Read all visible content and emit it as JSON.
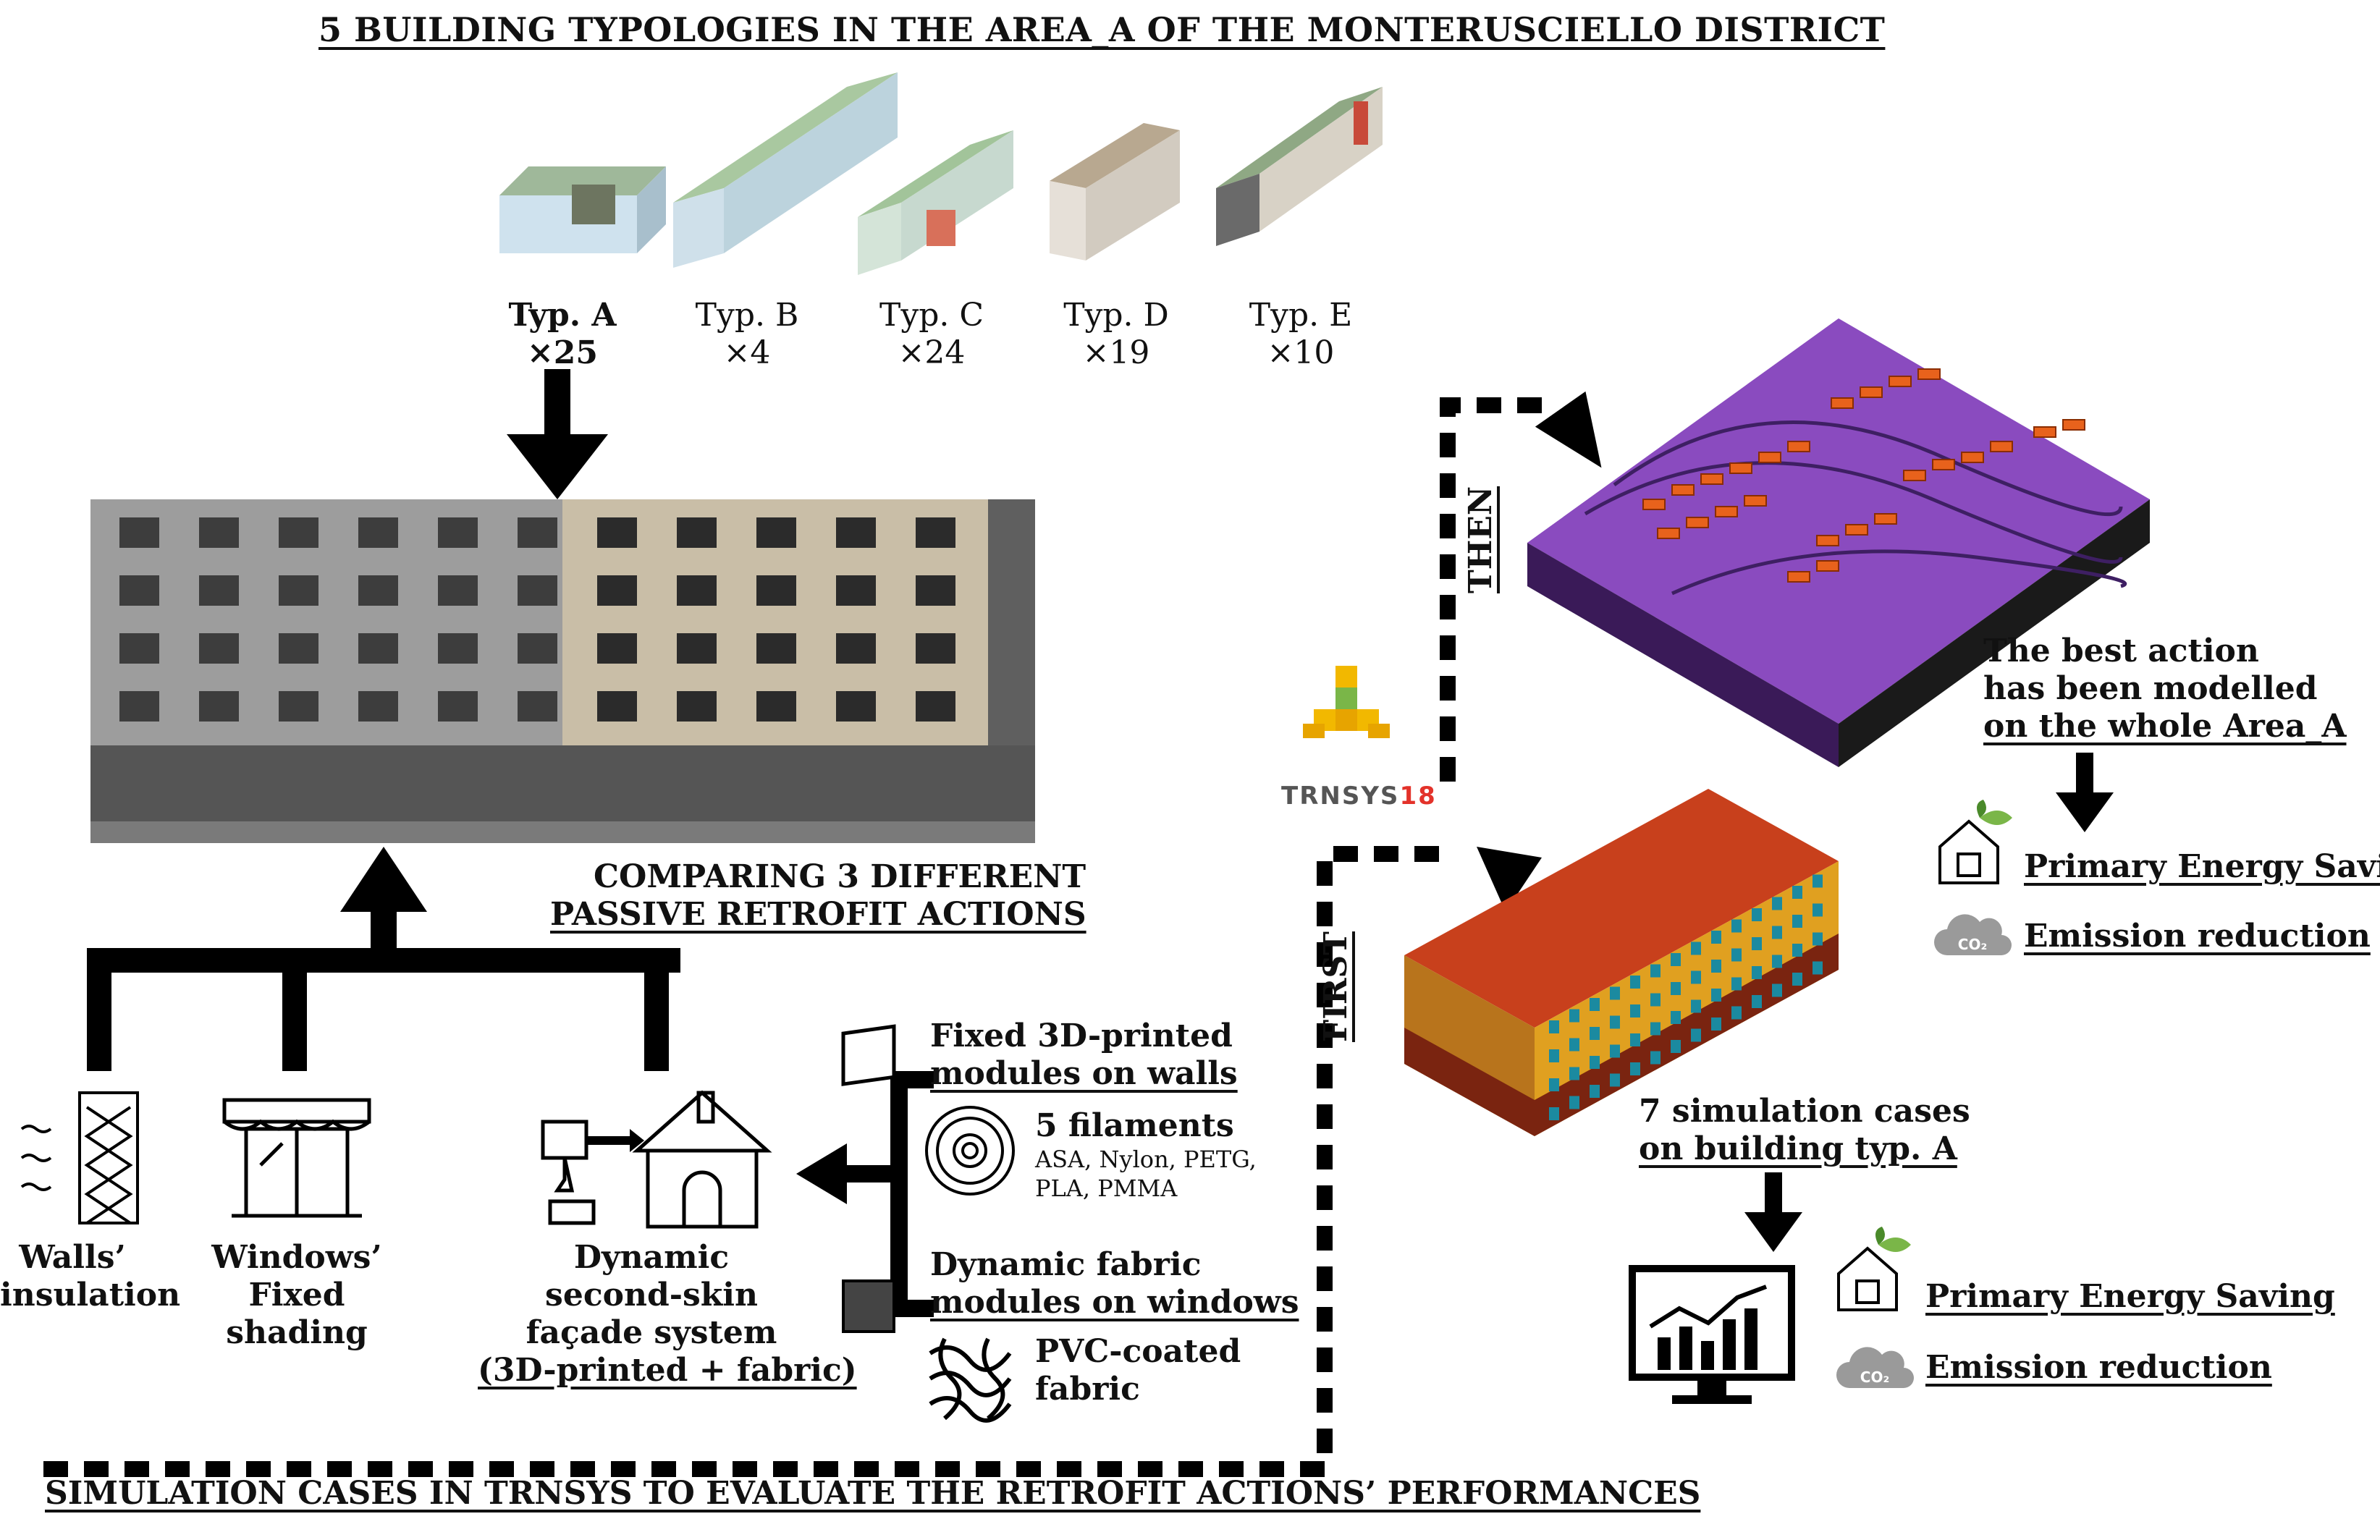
{
  "title_top": "5 BUILDING TYPOLOGIES IN THE AREA_A OF THE MONTERUSCIELLO DISTRICT",
  "typologies": [
    {
      "name": "Typ. A",
      "count": "×25"
    },
    {
      "name": "Typ. B",
      "count": "×4"
    },
    {
      "name": "Typ. C",
      "count": "×24"
    },
    {
      "name": "Typ. D",
      "count": "×19"
    },
    {
      "name": "Typ. E",
      "count": "×10"
    }
  ],
  "comparing": {
    "line1": "COMPARING 3 DIFFERENT",
    "line2": "PASSIVE RETROFIT ACTIONS"
  },
  "actions": {
    "walls": {
      "line1": "Walls’",
      "line2": "insulation"
    },
    "windows": {
      "line1": "Windows’",
      "line2": "Fixed",
      "line3": "shading"
    },
    "dynamic": {
      "line1": "Dynamic",
      "line2": "second-skin",
      "line3": "façade system",
      "line4": "(3D-printed + fabric)"
    }
  },
  "modules": {
    "fixed": {
      "line1": "Fixed 3D-printed",
      "line2": "modules on walls"
    },
    "filaments": {
      "title": "5 filaments",
      "line1": "ASA, Nylon, PETG,",
      "line2": "PLA, PMMA"
    },
    "fabric": {
      "line1": "Dynamic fabric",
      "line2": "modules on windows"
    },
    "pvc": {
      "line1": "PVC-coated",
      "line2": "fabric"
    }
  },
  "bottom_title": "SIMULATION CASES IN TRNSYS TO EVALUATE THE RETROFIT ACTIONS’ PERFORMANCES",
  "trnsys": {
    "prefix": "TRNSYS",
    "version": "18"
  },
  "first_label": "FIRST",
  "then_label": "THEN",
  "best_action": {
    "line1": "The best action",
    "line2": "has been modelled",
    "line3": "on the whole Area_A"
  },
  "sim_cases": {
    "line1": "7 simulation cases",
    "line2": "on building typ. A"
  },
  "outcomes": {
    "energy": "Primary Energy Saving",
    "emission": "Emission reduction",
    "co2": "CO₂"
  },
  "colors": {
    "purple": "#8a4bbf",
    "orange": "#e8621c",
    "building_top": "#c8401c",
    "building_mid": "#e0a020",
    "green": "#7ab648",
    "yellow": "#f2b800"
  }
}
